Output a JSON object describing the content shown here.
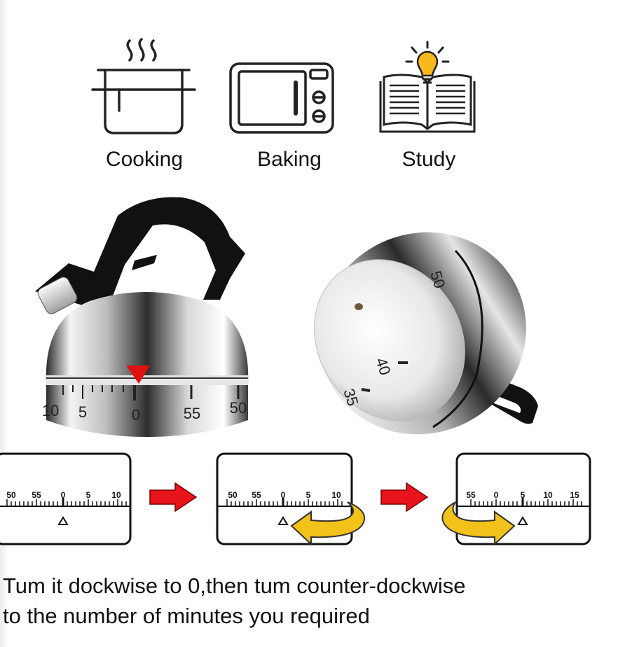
{
  "uses": [
    {
      "label": "Cooking",
      "icon": "cooking-pot-icon"
    },
    {
      "label": "Baking",
      "icon": "microwave-oven-icon"
    },
    {
      "label": "Study",
      "icon": "book-with-lightbulb-icon"
    }
  ],
  "products": {
    "front_dial_numbers": [
      "10",
      "5",
      "0",
      "55",
      "50"
    ],
    "side_dial_numbers": [
      "50",
      "40",
      "35"
    ]
  },
  "steps": [
    {
      "scale": [
        "50",
        "55",
        "0",
        "5",
        "10"
      ]
    },
    {
      "scale": [
        "50",
        "55",
        "0",
        "5",
        "10"
      ]
    },
    {
      "scale": [
        "55",
        "0",
        "5",
        "10",
        "15"
      ]
    }
  ],
  "instruction": {
    "line1": "Tum it dockwise to 0,then tum counter-dockwise",
    "line2": "to the number of minutes you required"
  },
  "colors": {
    "arrow": "#e8141c",
    "curve_arrow": "#f2c21b",
    "bulb": "#f7b91c",
    "pointer": "#e01010"
  }
}
